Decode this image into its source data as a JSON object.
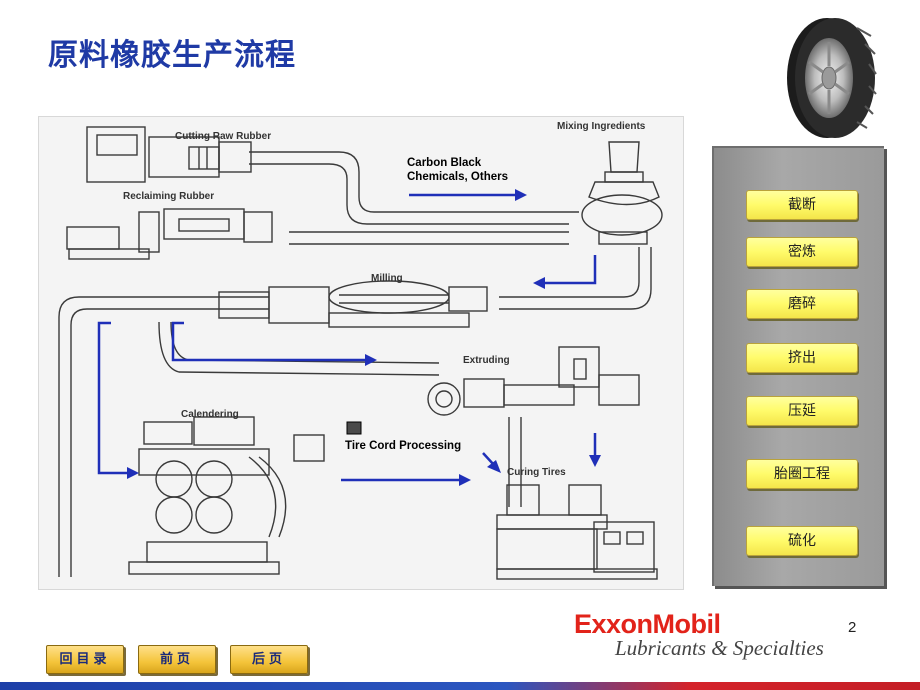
{
  "slide": {
    "title": "原料橡胶生产流程",
    "page_number": "2"
  },
  "diagram": {
    "stages": {
      "cutting": "Cutting Raw Rubber",
      "reclaiming": "Reclaiming Rubber",
      "mixing": "Mixing Ingredients",
      "milling": "Milling",
      "extruding": "Extruding",
      "calendering": "Calendering",
      "curing": "Curing Tires"
    },
    "notes": {
      "carbon_line1": "Carbon Black",
      "carbon_line2": "Chemicals, Others",
      "tire_cord": "Tire Cord Processing"
    },
    "arrow_color": "#1f2fb8"
  },
  "steps": [
    "截断",
    "密炼",
    "磨碎",
    "挤出",
    "压延",
    "胎圈工程",
    "硫化"
  ],
  "branding": {
    "company": "ExxonMobil",
    "tagline": "Lubricants & Specialties",
    "brand_color": "#e2231a"
  },
  "navigation": {
    "toc": "回目录",
    "prev": "前页",
    "next": "后页"
  }
}
